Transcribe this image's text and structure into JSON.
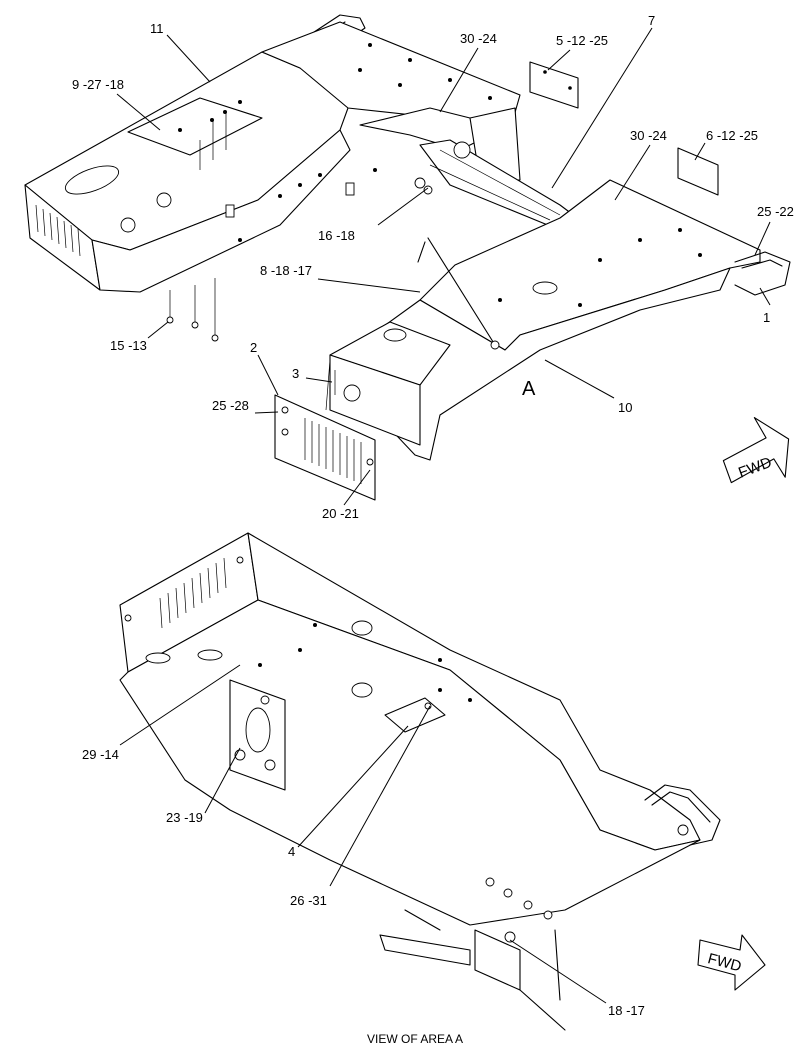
{
  "diagram": {
    "upper_callouts": [
      "11",
      "30 -24",
      "5 -12 -25",
      "7",
      "9 -27 -18",
      "30 -24",
      "6 -12 -25",
      "25 -22",
      "16 -18",
      "8 -18 -17",
      "1",
      "15 -13",
      "2",
      "3",
      "25 -28",
      "10",
      "20 -21"
    ],
    "area_marker": "A",
    "lower_callouts": [
      "29 -14",
      "23 -19",
      "4",
      "26 -31",
      "18 -17"
    ],
    "direction_arrows": [
      "FWD",
      "FWD"
    ],
    "caption": "VIEW OF AREA  A"
  }
}
